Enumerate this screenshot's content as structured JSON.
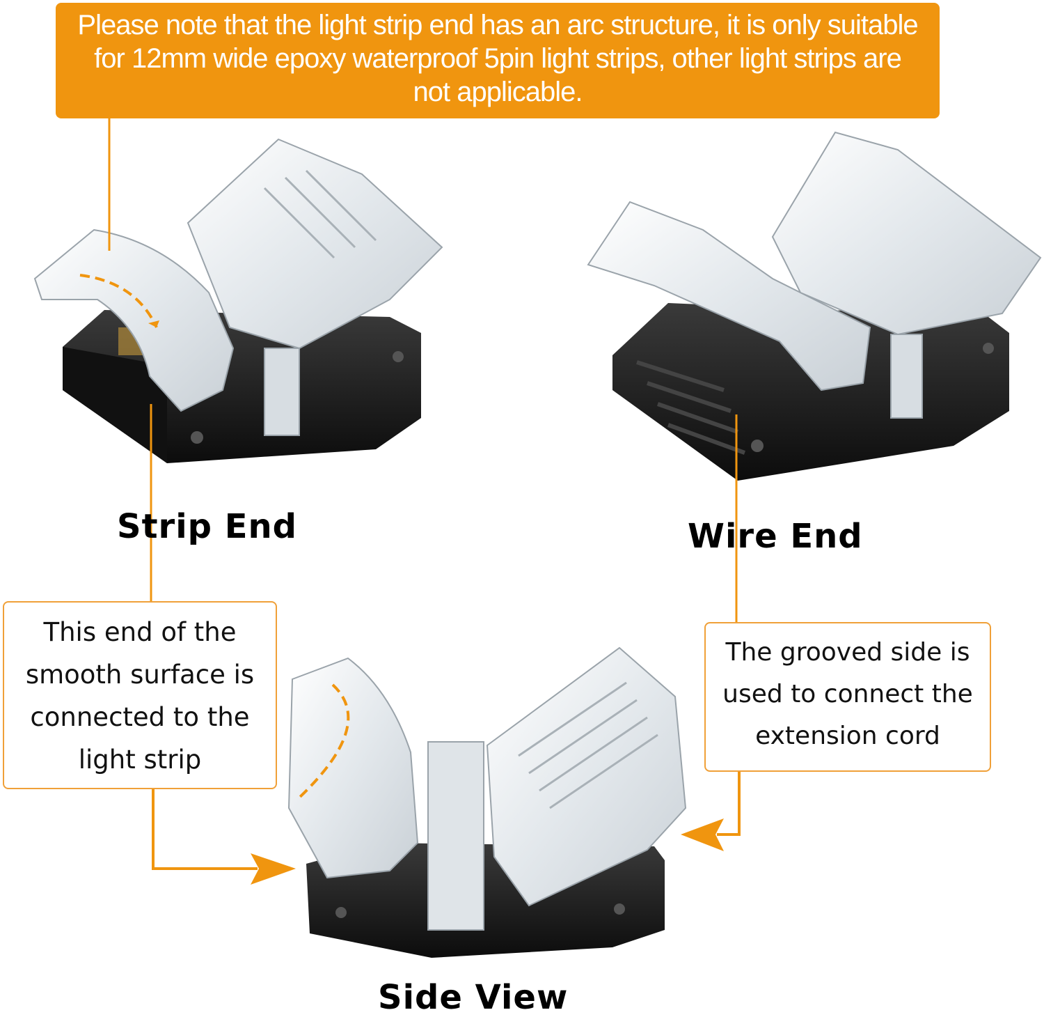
{
  "banner": {
    "text": "Please note that the light strip end has an arc structure, it is only suitable for 12mm wide epoxy waterproof 5pin light strips, other light strips are not applicable."
  },
  "labels": {
    "strip_end": "Strip End",
    "wire_end": "Wire End",
    "side_view": "Side View"
  },
  "callouts": {
    "smooth_surface": "This end of the smooth surface is connected to the light strip",
    "grooved_side": "The grooved side is used to connect the extension cord"
  },
  "colors": {
    "accent": "#f0950f",
    "connector_body": "#1a1a1a",
    "clear_plastic": "#e9edf0"
  }
}
